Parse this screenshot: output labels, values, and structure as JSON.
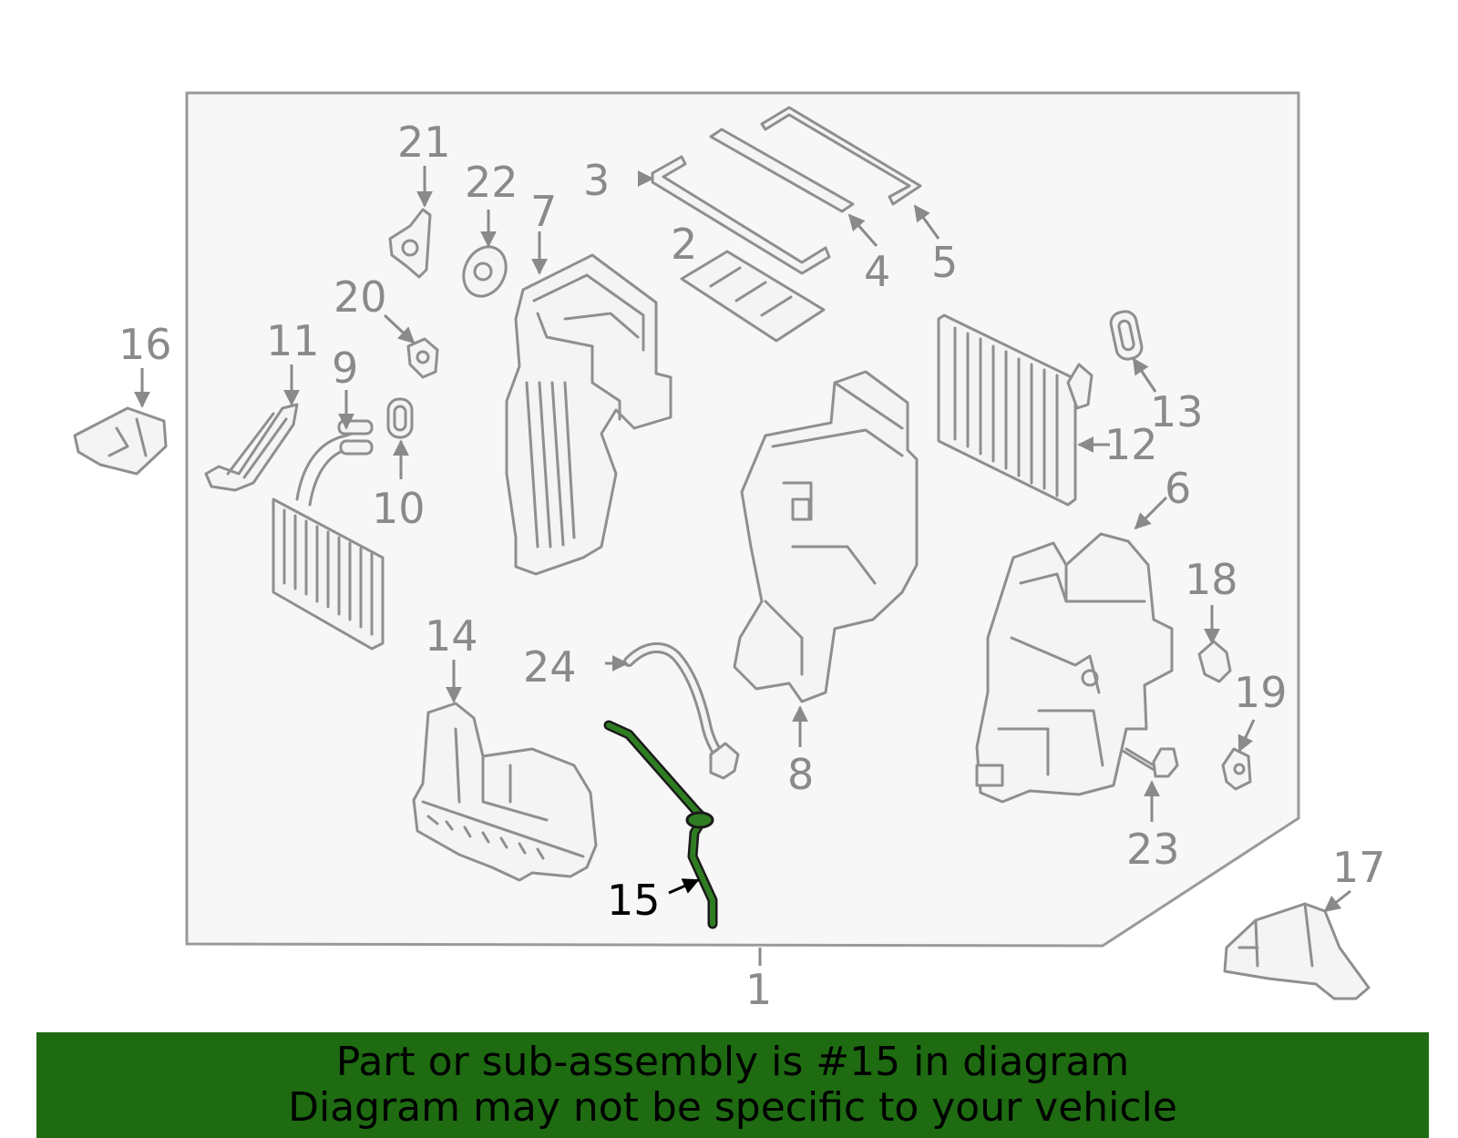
{
  "callouts": [
    {
      "id": "1",
      "label": "1"
    },
    {
      "id": "2",
      "label": "2"
    },
    {
      "id": "3",
      "label": "3"
    },
    {
      "id": "4",
      "label": "4"
    },
    {
      "id": "5",
      "label": "5"
    },
    {
      "id": "6",
      "label": "6"
    },
    {
      "id": "7",
      "label": "7"
    },
    {
      "id": "8",
      "label": "8"
    },
    {
      "id": "9",
      "label": "9"
    },
    {
      "id": "10",
      "label": "10"
    },
    {
      "id": "11",
      "label": "11"
    },
    {
      "id": "12",
      "label": "12"
    },
    {
      "id": "13",
      "label": "13"
    },
    {
      "id": "14",
      "label": "14"
    },
    {
      "id": "15",
      "label": "15"
    },
    {
      "id": "16",
      "label": "16"
    },
    {
      "id": "17",
      "label": "17"
    },
    {
      "id": "18",
      "label": "18"
    },
    {
      "id": "19",
      "label": "19"
    },
    {
      "id": "20",
      "label": "20"
    },
    {
      "id": "21",
      "label": "21"
    },
    {
      "id": "22",
      "label": "22"
    },
    {
      "id": "23",
      "label": "23"
    },
    {
      "id": "24",
      "label": "24"
    }
  ],
  "highlighted_part": "15",
  "colors": {
    "highlight": "#1e6b12",
    "banner": "#1e6b12",
    "outline": "#8f8f8f",
    "panel": "#f7f7f7"
  },
  "banner": {
    "line1": "Part or sub-assembly is #15 in diagram",
    "line2": "Diagram may not be specific to your vehicle"
  }
}
